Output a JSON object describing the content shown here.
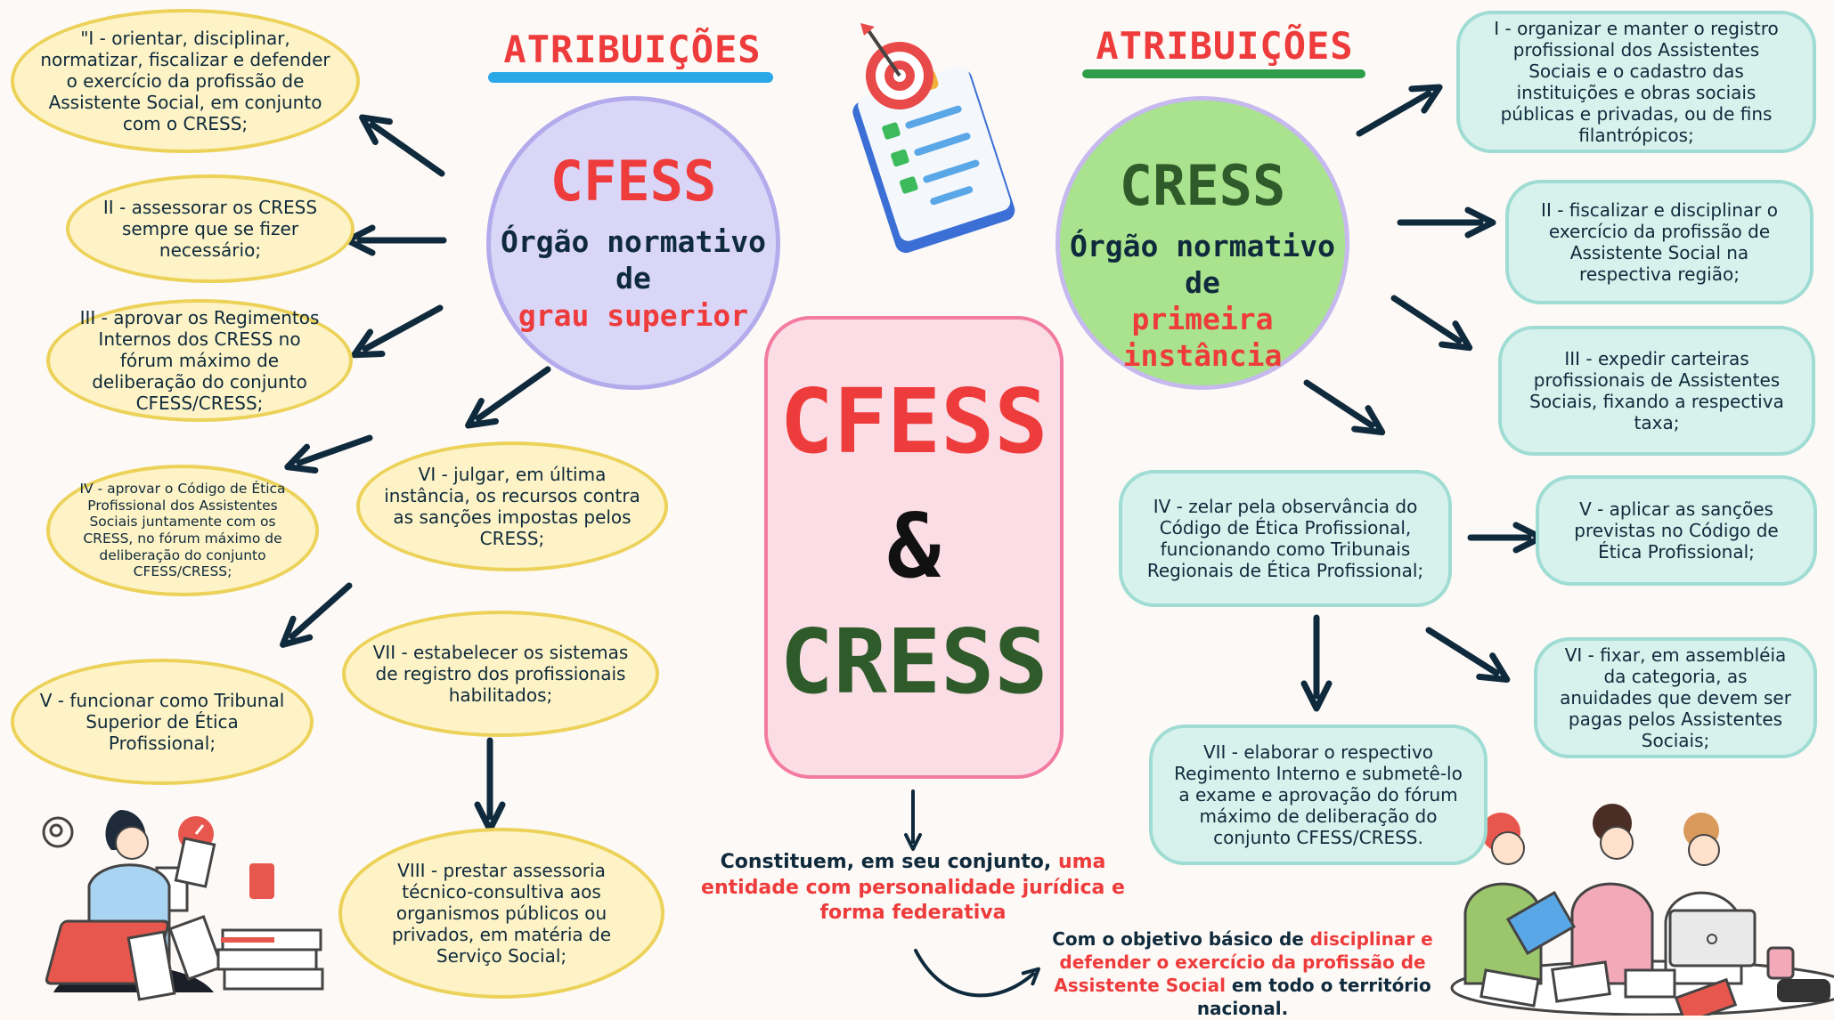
{
  "cfess_section": {
    "heading": "ATRIBUIÇÕES",
    "accent_color": "#2aa8e8",
    "title": "CFESS",
    "subtitle_prefix": "Órgão normativo de",
    "subtitle_highlight": "grau superior",
    "items": [
      "\"I - orientar, disciplinar, normatizar, fiscalizar e defender o exercício da profissão de Assistente Social, em conjunto com o CRESS;",
      "II - assessorar os CRESS sempre que se fizer necessário;",
      "III - aprovar os Regimentos Internos dos CRESS no fórum máximo de deliberação do conjunto CFESS/CRESS;",
      "IV - aprovar o Código de Ética Profissional dos Assistentes Sociais juntamente com os CRESS, no fórum máximo de deliberação do conjunto CFESS/CRESS;",
      "V - funcionar como Tribunal Superior de Ética Profissional;",
      "VI - julgar, em última instância, os recursos contra as sanções impostas pelos CRESS;",
      "VII - estabelecer os sistemas de registro dos profissionais habilitados;",
      "VIII - prestar assessoria técnico-consultiva aos organismos públicos ou privados, em matéria de Serviço Social;"
    ]
  },
  "cress_section": {
    "heading": "ATRIBUIÇÕES",
    "accent_color": "#2e9e4a",
    "title": "CRESS",
    "subtitle_prefix": "Órgão normativo de",
    "subtitle_highlight": "primeira instância",
    "items": [
      "I - organizar e manter o registro profissional dos Assistentes Sociais e o cadastro das instituições e obras sociais públicas e privadas, ou de fins filantrópicos;",
      "II - fiscalizar e disciplinar o exercício da profissão de Assistente Social na respectiva região;",
      "III - expedir carteiras profissionais de Assistentes Sociais, fixando a respectiva taxa;",
      "IV - zelar pela observância do Código de Ética Profissional, funcionando como Tribunais Regionais de Ética Profissional;",
      "V - aplicar as sanções previstas no Código de Ética Profissional;",
      "VI - fixar, em assembléia da categoria, as anuidades que devem ser pagas pelos Assistentes Sociais;",
      "VII - elaborar o respectivo Regimento Interno e submetê-lo a exame e aprovação do fórum máximo de deliberação do conjunto CFESS/CRESS."
    ]
  },
  "center": {
    "line1": "CFESS",
    "amp": "&",
    "line2": "CRESS"
  },
  "note": {
    "prefix": "Constituem, em seu conjunto,",
    "highlight": "uma entidade com personalidade jurídica e forma federativa"
  },
  "objective": {
    "prefix": "Com o objetivo básico de",
    "highlight": "disciplinar e defender o exercício da profissão de Assistente Social",
    "suffix": "em todo o território nacional."
  },
  "colors": {
    "background": "#fdf9f6",
    "red": "#ee3b3b",
    "dark_green": "#2f5b2a",
    "navy": "#0f2a3c",
    "cfess_circle": "#d9d6f7",
    "cress_circle": "#a9e38e",
    "center_box": "#fbdde5"
  },
  "icons": [
    "clipboard-checklist-icon",
    "person-laptop-illustration",
    "students-studying-illustration"
  ]
}
